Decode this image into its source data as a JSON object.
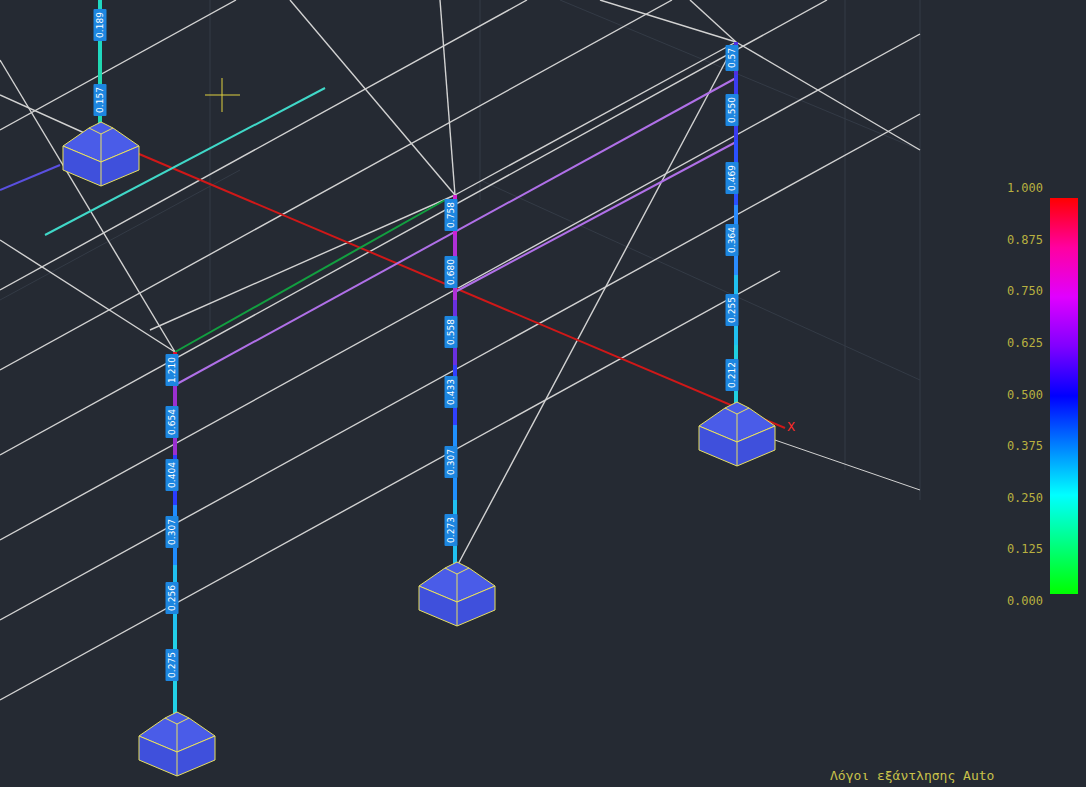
{
  "diagram": {
    "labels": [
      "0.189",
      "0.157",
      "1.210",
      "0.654",
      "0.404",
      "0.307",
      "0.256",
      "0.275",
      "0.758",
      "0.680",
      "0.558",
      "0.433",
      "0.307",
      "0.273",
      "0.57",
      "0.550",
      "0.469",
      "0.364",
      "0.255",
      "0.212",
      "X",
      "1.000",
      "0.875",
      "0.750",
      "0.625",
      "0.500",
      "0.375",
      "0.250",
      "0.125",
      "0.000",
      "Λόγοι εξάντλησης Auto"
    ]
  }
}
